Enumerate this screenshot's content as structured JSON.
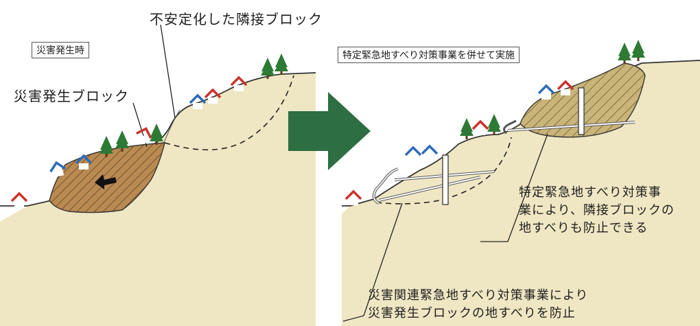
{
  "labels": {
    "left_box": "災害発生時",
    "unstable_block": "不安定化した隣接ブロック",
    "disaster_block": "災害発生ブロック",
    "right_box": "特定緊急地すべり対策事業を併せて実施",
    "note_right": [
      "特定緊急地すべり対策事",
      "業により、隣接ブロックの",
      "地すべりも防止できる"
    ],
    "note_bottom": [
      "災害関連緊急地すべり対策事業により",
      "災害発生ブロックの地すべりを防止"
    ]
  },
  "colors": {
    "soil": "#efe6c3",
    "hatch_block": "#b98a52",
    "hatch_line": "#5a3b18",
    "adjacent_hatch": "#9a8a3a",
    "arrow_big": "#2e6e43",
    "house_red": "#c9342c",
    "house_blue": "#2e6bb8",
    "tree": "#2d7a34"
  },
  "icons": {
    "big_arrow": "right-arrow-icon",
    "slide_arrow": "left-arrow-icon",
    "house": "house-icon",
    "tree": "tree-icon"
  }
}
